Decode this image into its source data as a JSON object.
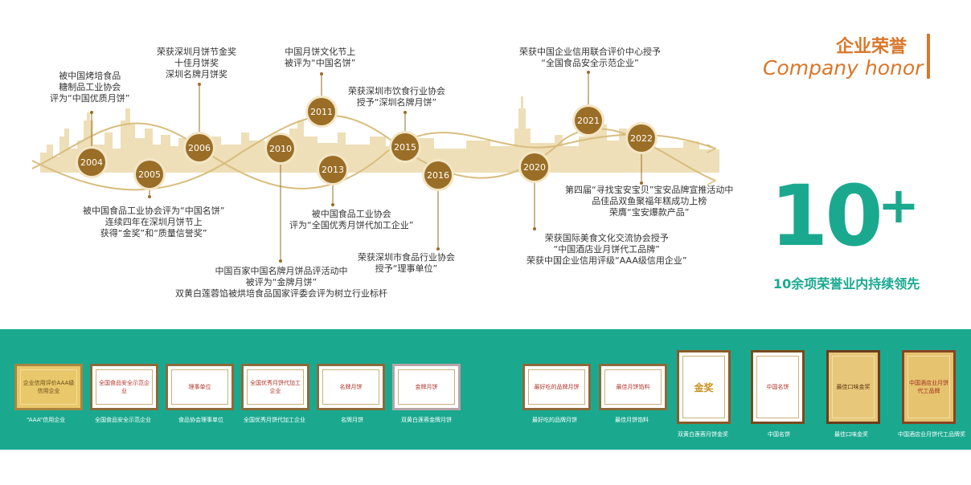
{
  "header": {
    "title_cn": "企业荣誉",
    "title_en": "Company honor"
  },
  "stat": {
    "number": "10",
    "plus": "+",
    "subtitle": "10余项荣誉业内持续领先"
  },
  "timeline": {
    "years": [
      "2004",
      "2005",
      "2006",
      "2010",
      "2011",
      "2013",
      "2015",
      "2016",
      "2020",
      "2021",
      "2022"
    ],
    "labels": {
      "y2004": [
        "被中国烤培食品",
        "糖制品工业协会",
        "评为“中国优质月饼”"
      ],
      "y2005": [
        "被中国食品工业协会评为“中国名饼”",
        "连续四年在深圳月饼节上",
        "获得“金奖”和“质量信誉奖”"
      ],
      "y2006": [
        "荣获深圳月饼节金奖",
        "十佳月饼奖",
        "深圳名牌月饼奖"
      ],
      "y2010": [
        "中国百家中国名牌月饼品评活动中",
        "被评为“金牌月饼”",
        "双黄白莲蓉馅被烘培食品国家评委会评为树立行业标杆"
      ],
      "y2011": [
        "中国月饼文化节上",
        "被评为“中国名饼”"
      ],
      "y2013": [
        "被中国食品工业协会",
        "评为“全国优秀月饼代加工企业”"
      ],
      "y2015": [
        "荣获深圳市饮食行业协会",
        "授予“深圳名牌月饼”"
      ],
      "y2016": [
        "荣获深圳市食品行业协会",
        "授予“理事单位”"
      ],
      "y2020": [
        "荣获国际美食文化交流协会授予",
        "“中国酒店业月饼代工品牌”",
        "荣获中国企业信用评级“AAA级信用企业”"
      ],
      "y2021": [
        "荣获中国企业信用联合评价中心授予",
        "“全国食品安全示范企业”"
      ],
      "y2022": [
        "第四届“寻找宝安宝贝”宝安品牌宣推活动中",
        "品佳品双鱼聚福年糕成功上榜",
        "荣膺“宝安爆款产品”"
      ]
    }
  },
  "certificates": [
    {
      "caption": "“AAA”信用企业",
      "text": "企业信用评价AAA级信用企业",
      "style": "gold"
    },
    {
      "caption": "全国食品安全示范企业",
      "text": "全国食品安全示范企业",
      "style": "white"
    },
    {
      "caption": "食品协会理事单位",
      "text": "理事单位",
      "style": "white"
    },
    {
      "caption": "全国优秀月饼代加工企业",
      "text": "全国优秀月饼代加工企业",
      "style": "white"
    },
    {
      "caption": "名牌月饼",
      "text": "名牌月饼",
      "style": "white"
    },
    {
      "caption": "双黄白莲蓉金牌月饼",
      "text": "金牌月饼",
      "style": "white"
    },
    {
      "caption": "最好吃的品牌月饼",
      "text": "最好吃的品牌月饼",
      "style": "white"
    },
    {
      "caption": "最佳月饼馅料",
      "text": "最佳月饼馅料",
      "style": "white"
    },
    {
      "caption": "双黄白莲蓉月饼金奖",
      "text": "金奖",
      "style": "white"
    },
    {
      "caption": "中国名饼",
      "text": "中国名饼",
      "style": "white"
    },
    {
      "caption": "最佳口味金奖",
      "text": "最佳口味金奖",
      "style": "gold"
    },
    {
      "caption": "中国酒店业月饼代工品牌奖",
      "text": "中国酒店业月饼代工品牌",
      "style": "gold"
    }
  ],
  "colors": {
    "accent_orange": "#d9772b",
    "accent_green": "#1aa98f",
    "node_brown": "#9a6e26",
    "skyline_gold": "#ead7a8"
  }
}
